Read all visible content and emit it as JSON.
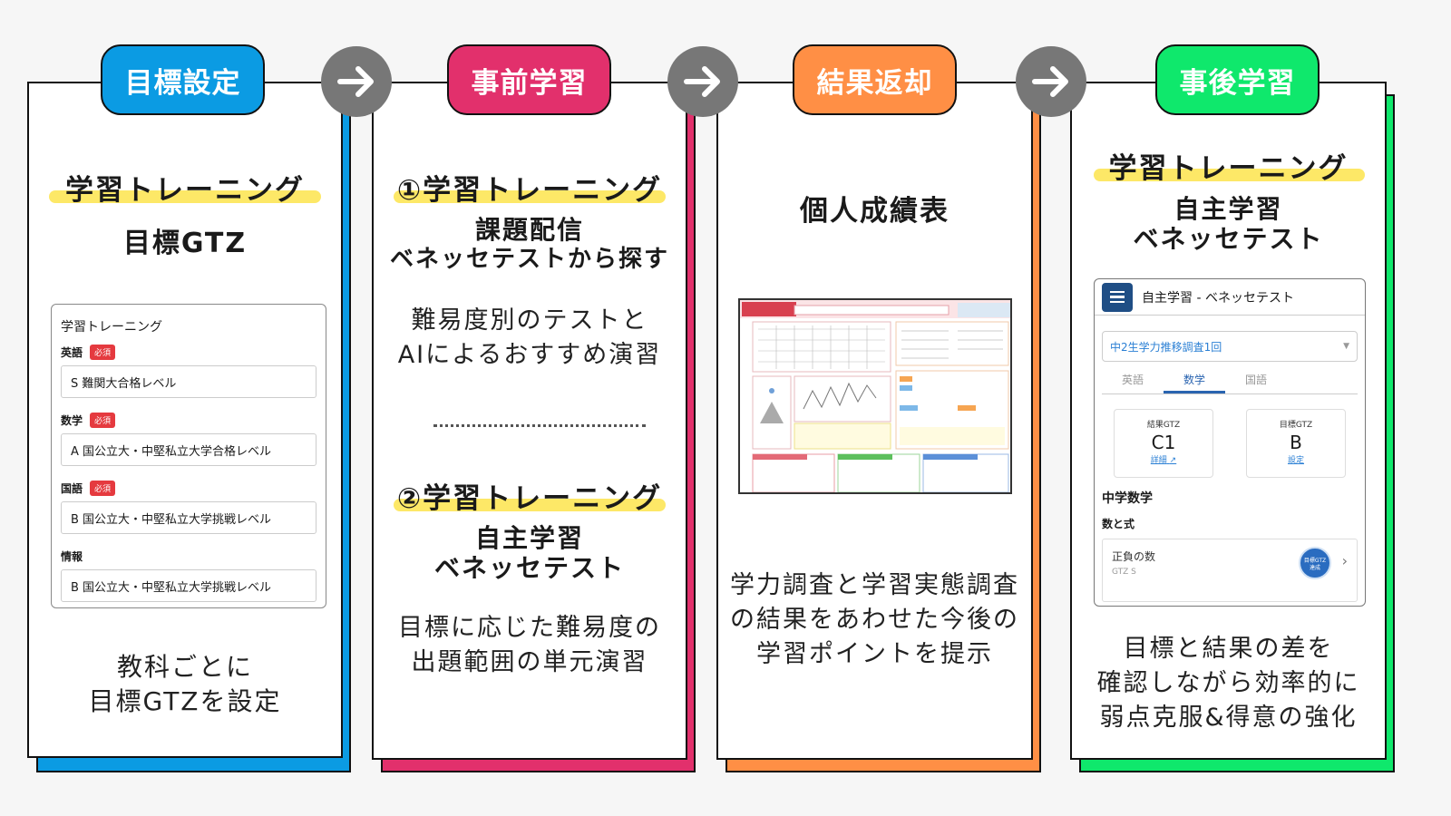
{
  "colors": {
    "step1": "#0b9be3",
    "step2": "#e2306c",
    "step3": "#ff8f45",
    "step4": "#0fe86c",
    "highlight": "#fde867",
    "arrow": "#777777"
  },
  "steps": [
    {
      "label": "目標設定",
      "heading": "学習トレーニング",
      "subheading": "目標GTZ",
      "form": {
        "title": "学習トレーニング",
        "required_badge": "必須",
        "fields": [
          {
            "label": "英語",
            "required": true,
            "value": "S 難関大合格レベル"
          },
          {
            "label": "数学",
            "required": true,
            "value": "A 国公立大・中堅私立大学合格レベル"
          },
          {
            "label": "国語",
            "required": true,
            "value": "B 国公立大・中堅私立大学挑戦レベル"
          },
          {
            "label": "情報",
            "required": false,
            "value": "B 国公立大・中堅私立大学挑戦レベル"
          }
        ]
      },
      "description_lines": [
        "教科ごとに",
        "目標GTZを設定"
      ]
    },
    {
      "label": "事前学習",
      "section1": {
        "heading": "①学習トレーニング",
        "sub_lines": [
          "課題配信",
          "ベネッセテストから探す"
        ],
        "description_lines": [
          "難易度別のテストと",
          "AIによるおすすめ演習"
        ]
      },
      "section2": {
        "heading": "②学習トレーニング",
        "sub_lines": [
          "自主学習",
          "ベネッセテスト"
        ],
        "description_lines": [
          "目標に応じた難易度の",
          "出題範囲の単元演習"
        ]
      }
    },
    {
      "label": "結果返却",
      "heading": "個人成績表",
      "description_lines": [
        "学力調査と学習実態調査",
        "の結果をあわせた今後の",
        "学習ポイントを提示"
      ]
    },
    {
      "label": "事後学習",
      "heading": "学習トレーニング",
      "sub_lines": [
        "自主学習",
        "ベネッセテスト"
      ],
      "app": {
        "title": "自主学習 - ベネッセテスト",
        "select_value": "中2生学力推移調査1回",
        "tabs": [
          "英語",
          "数学",
          "国語"
        ],
        "active_tab": "数学",
        "result_gtz": {
          "label": "結果GTZ",
          "value": "C1",
          "link": "詳細"
        },
        "target_gtz": {
          "label": "目標GTZ",
          "value": "B",
          "link": "設定"
        },
        "section": "中学数学",
        "subsection": "数と式",
        "unit": {
          "name": "正負の数",
          "gtz": "GTZ S",
          "badge_line1": "目標GTZ",
          "badge_line2": "達成"
        }
      },
      "description_lines": [
        "目標と結果の差を",
        "確認しながら効率的に",
        "弱点克服&得意の強化"
      ]
    }
  ]
}
